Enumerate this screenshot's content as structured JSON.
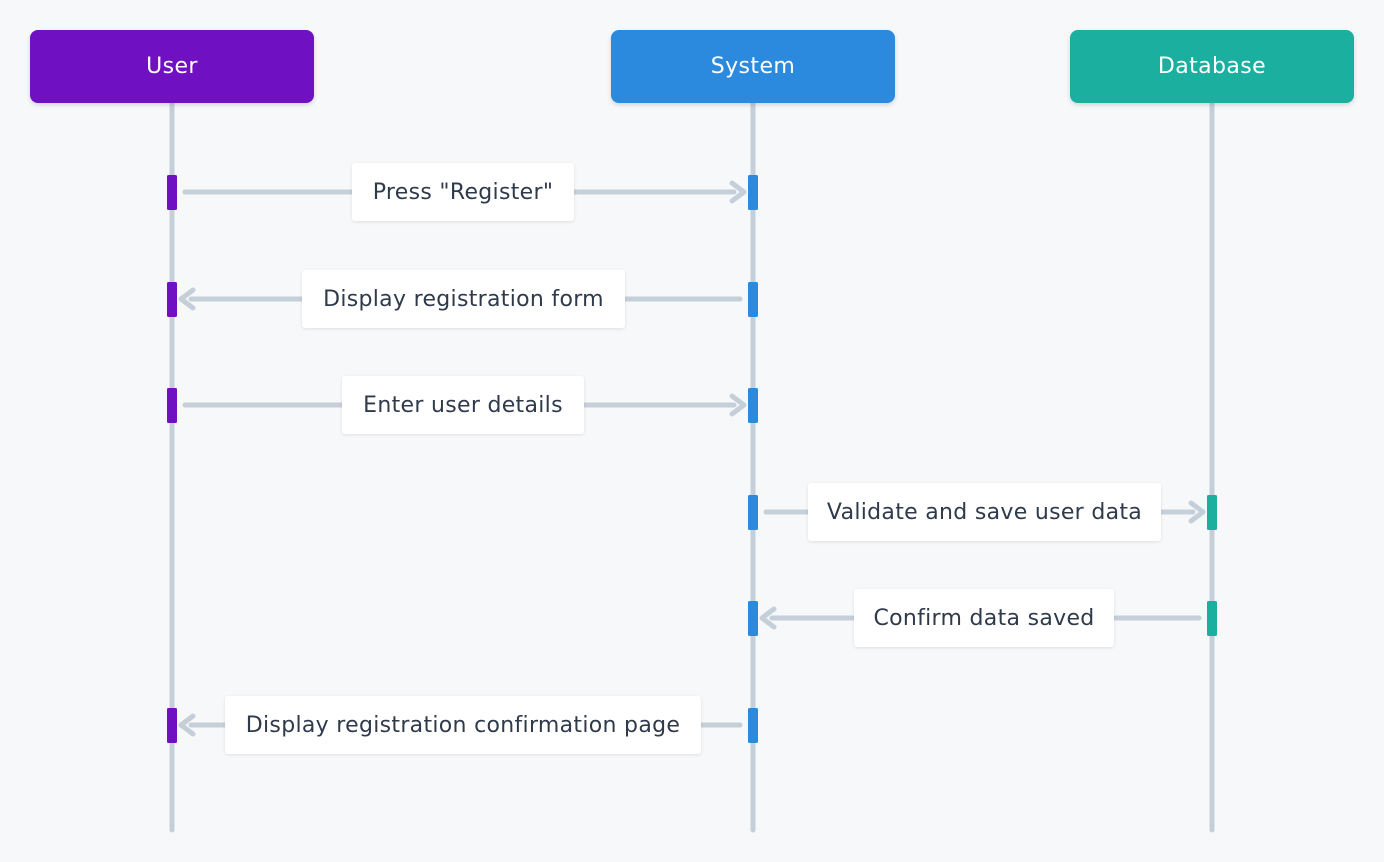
{
  "actors": [
    {
      "id": "user",
      "label": "User",
      "color": "#7010c3"
    },
    {
      "id": "system",
      "label": "System",
      "color": "#2b8add"
    },
    {
      "id": "database",
      "label": "Database",
      "color": "#1aaf9f"
    }
  ],
  "messages": [
    {
      "from": "user",
      "to": "system",
      "label": "Press \"Register\""
    },
    {
      "from": "system",
      "to": "user",
      "label": "Display registration form"
    },
    {
      "from": "user",
      "to": "system",
      "label": "Enter user details"
    },
    {
      "from": "system",
      "to": "database",
      "label": "Validate and save user data"
    },
    {
      "from": "database",
      "to": "system",
      "label": "Confirm data saved"
    },
    {
      "from": "system",
      "to": "user",
      "label": "Display registration confirmation page"
    }
  ],
  "style": {
    "lifeline_color": "#c5cfd9",
    "arrow_color": "#c5cfd9",
    "label_text_color": "#2f3a4b",
    "background": "#f7f8fa"
  }
}
